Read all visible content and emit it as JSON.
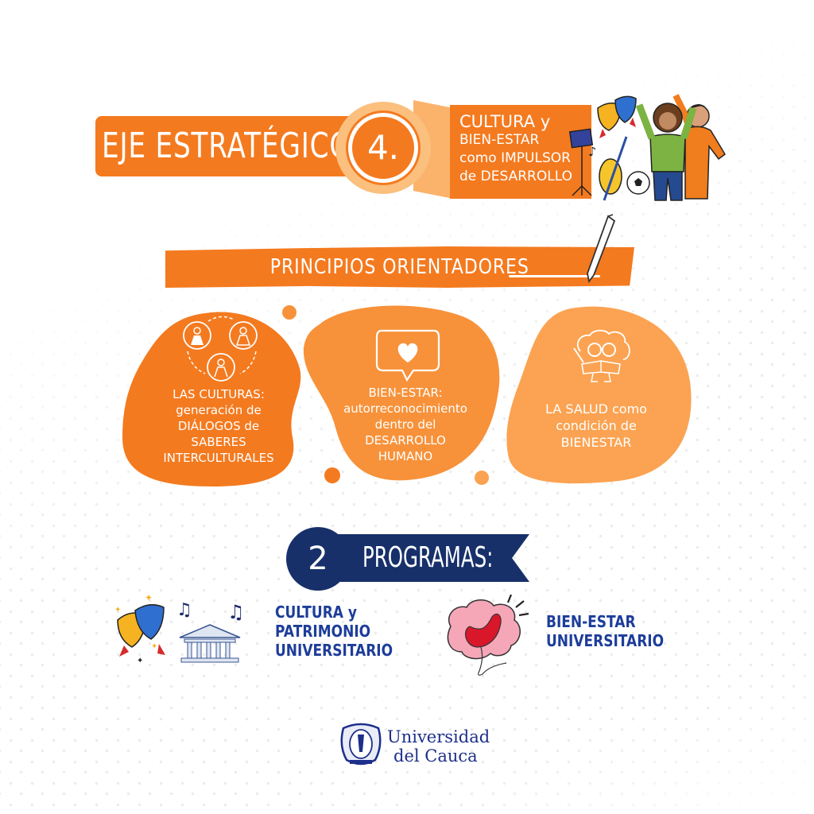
{
  "header": {
    "title": "EJE ESTRATÉGICO",
    "number": "4.",
    "subtitle_lines": [
      "CULTURA y",
      "BIEN-ESTAR",
      "como IMPULSOR",
      "de DESARROLLO"
    ],
    "illustration": "people-celebrating-with-culture-icons"
  },
  "principios": {
    "title": "PRINCIPIOS ORIENTADORES",
    "items": [
      {
        "icon": "three-people-circles-icon",
        "lines": [
          "LAS CULTURAS:",
          "generación de",
          "DIÁLOGOS de",
          "SABERES",
          "INTERCULTURALES"
        ]
      },
      {
        "icon": "heart-speech-bubble-icon",
        "lines": [
          "BIEN-ESTAR:",
          "autorreconocimiento",
          "dentro del",
          "DESARROLLO",
          "HUMANO"
        ]
      },
      {
        "icon": "brain-reading-book-icon",
        "lines": [
          "LA SALUD como",
          "condición de",
          "BIENESTAR"
        ]
      }
    ]
  },
  "programas": {
    "number": "2",
    "title": "PROGRAMAS:",
    "items": [
      {
        "icon": "theater-masks-temple-music-icon",
        "lines": [
          "CULTURA y",
          "PATRIMONIO",
          "UNIVERSITARIO"
        ]
      },
      {
        "icon": "brain-heart-balloon-icon",
        "lines": [
          "BIEN-ESTAR",
          "UNIVERSITARIO"
        ]
      }
    ]
  },
  "logo": {
    "lines": [
      "Universidad",
      "del Cauca"
    ]
  },
  "colors": {
    "orange_dark": "#f47a1f",
    "orange_mid": "#f7923a",
    "orange_light": "#fba352",
    "navy": "#17306a",
    "text_blue": "#1d3d9a"
  }
}
